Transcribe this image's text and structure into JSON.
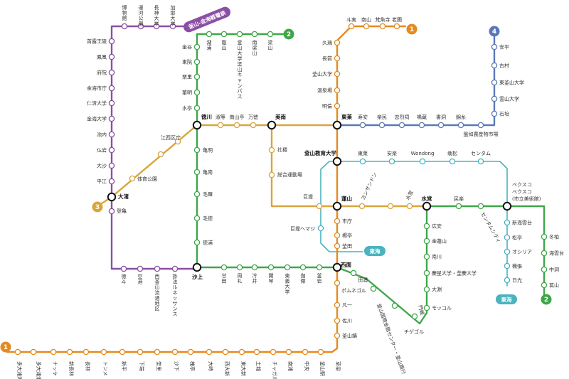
{
  "colors": {
    "line1": "#E58A1F",
    "line2": "#3FA64A",
    "line3": "#D8A53C",
    "line4": "#5A78B8",
    "busan_gimhae": "#8B4FA3",
    "donghae": "#4AB3BE"
  },
  "badges": {
    "line1_end": "1",
    "line2_end": "2",
    "line3_end": "3",
    "line4_end": "4",
    "busan_gimhae": "釜山-金海軽電鉄",
    "donghae": "東海"
  },
  "line1": {
    "top": [
      "老圃",
      "梵魚寺",
      "南山",
      "斗実"
    ],
    "vertical_north": [
      "久瑞",
      "長箭",
      "釜山大学",
      "温泉場",
      "明倫"
    ],
    "vertical_south": [
      "市庁",
      "楊亭",
      "釜田"
    ],
    "south_vertical": [
      "凡一",
      "佐川",
      "釜山鎮"
    ],
    "bottom": [
      "多大浦海水浴場",
      "多大浦港",
      "ナッケ",
      "新長林",
      "長林",
      "トンメ",
      "新平",
      "下端",
      "堂里",
      "沙下",
      "槐亭",
      "大峙",
      "西大新",
      "東大新",
      "土城",
      "チャガルチ",
      "南浦",
      "中央",
      "釜山駅",
      "草梁"
    ]
  },
  "line2": {
    "top_row": [
      "湖浦",
      "甑山",
      "釜山大学梁山キャンパス",
      "南梁山",
      "梁山"
    ],
    "west_vertical": [
      "金谷",
      "東院",
      "栗里",
      "華明",
      "水亭"
    ],
    "west_south": [
      "亀明",
      "亀南",
      "毛羅",
      "毛徳",
      "徳浦"
    ],
    "south_row": [
      "甘田",
      "周礼",
      "冷井",
      "開琴",
      "東義大学",
      "伽倻",
      "釜岩"
    ],
    "east_south": [
      "広安",
      "金蓮山",
      "南川",
      "慶星大学・釜慶大学",
      "大淵",
      "モッコル"
    ],
    "east_row": [
      "民楽",
      "センタムシティ"
    ],
    "far_east": [
      "冬柏",
      "海雲台",
      "中洞",
      "萇山"
    ],
    "diag_sw": [
      "ポムネゴル",
      "釜山国際金融センター・釜山銀行",
      "門峴",
      "チゲゴル"
    ],
    "top_junction": [
      "沙上",
      "西面"
    ]
  },
  "line3": {
    "west": [
      "江西区庁",
      "体育公園"
    ],
    "north_row": [
      "徳川",
      "淑等",
      "南山亭",
      "万徳",
      "美南"
    ],
    "south": [
      "社稷",
      "総合運動場"
    ],
    "bottom_row": [
      "巨堤",
      "蓮山",
      "ヨンサンドン",
      "水営"
    ]
  },
  "line4": {
    "row": [
      "東莱",
      "寿安",
      "楽民",
      "忠烈祠",
      "鳴蔵",
      "書洞",
      "錦糸",
      "盤如農産物市場"
    ],
    "north": [
      "石坮",
      "霊山大学",
      "東釜山大学",
      "古村",
      "安平"
    ]
  },
  "busan_gimhae_line": {
    "top": [
      "博物館",
      "運河公園",
      "長神大学",
      "加耶大学"
    ],
    "west": [
      "首露王陵",
      "鳳凰",
      "府院",
      "金海市庁",
      "仁済大学",
      "金海大学",
      "池内",
      "仏岩",
      "大沙",
      "平江"
    ],
    "south": [
      "登亀"
    ],
    "bottom": [
      "掛法ルネッサンス",
      "西釜山流通地区",
      "空港",
      "徳斗"
    ]
  },
  "donghae_line": {
    "north_row": [
      "釜山教育大学",
      "東莱",
      "安楽",
      "Wondong",
      "栽松",
      "センタム",
      "ベクスコ",
      "(市立美術館)"
    ],
    "vertical": [
      "新海雲台",
      "松亭",
      "オシリア",
      "機張",
      "日光"
    ],
    "west": [
      "巨堤ヘマジ"
    ]
  },
  "junctions": {
    "daejeo": "大渚",
    "deokcheon": "徳川",
    "minam": "美南",
    "dongnae": "東莱",
    "busan_edu": "釜山教育大学",
    "yeonsan": "蓮山",
    "suyeong": "水営",
    "seomyeon": "西面",
    "sasang": "沙上",
    "bexco": "ベクスコ",
    "jeonpo": "田浦"
  }
}
